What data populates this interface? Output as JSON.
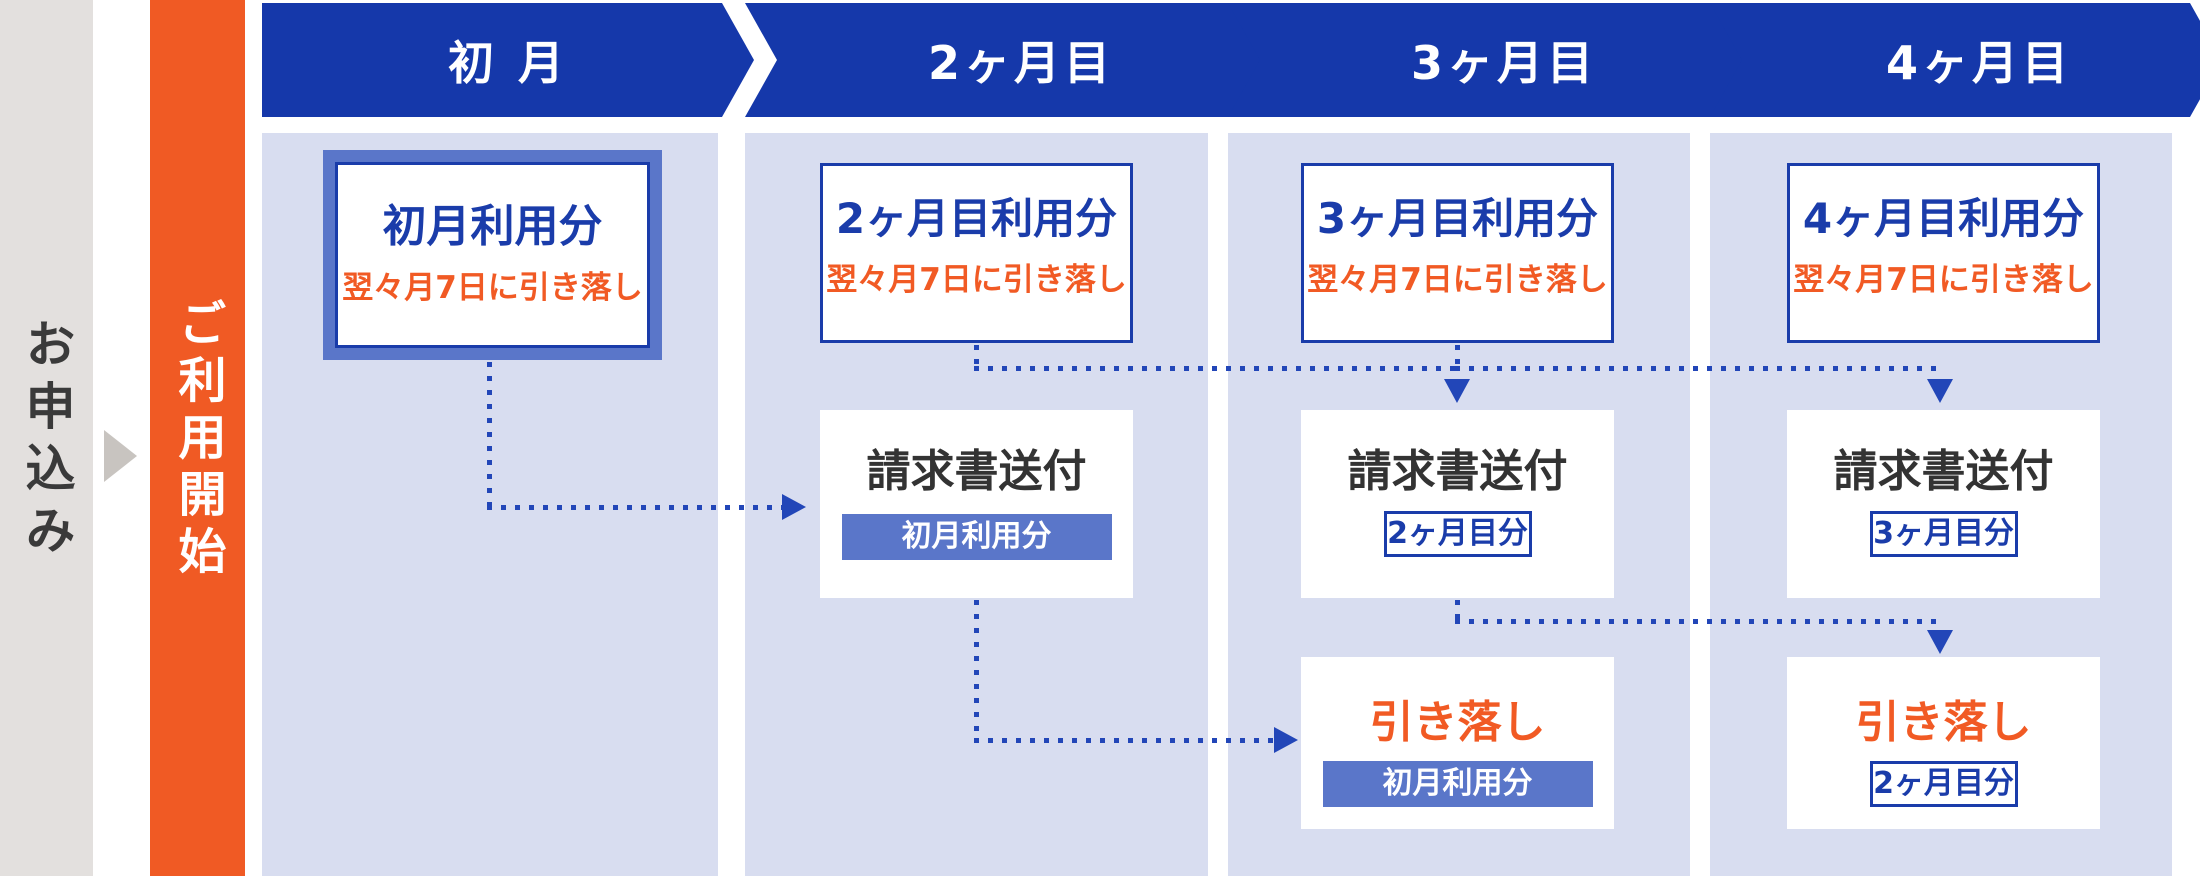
{
  "left_rail": {
    "application_label": "お申込み",
    "start_label": "ご利用開始"
  },
  "columns": [
    {
      "header": "初 月",
      "usage": {
        "title": "初月利用分",
        "subtitle": "翌々月7日に引き落し"
      }
    },
    {
      "header": "2ヶ月目",
      "usage": {
        "title": "2ヶ月目利用分",
        "subtitle": "翌々月7日に引き落し"
      },
      "invoice": {
        "title": "請求書送付",
        "badge": "初月利用分",
        "badge_style": "filled"
      }
    },
    {
      "header": "3ヶ月目",
      "usage": {
        "title": "3ヶ月目利用分",
        "subtitle": "翌々月7日に引き落し"
      },
      "invoice": {
        "title": "請求書送付",
        "badge": "2ヶ月目分",
        "badge_style": "outlined"
      },
      "debit": {
        "title": "引き落し",
        "badge": "初月利用分",
        "badge_style": "filled"
      }
    },
    {
      "header": "4ヶ月目",
      "usage": {
        "title": "4ヶ月目利用分",
        "subtitle": "翌々月7日に引き落し"
      },
      "invoice": {
        "title": "請求書送付",
        "badge": "3ヶ月目分",
        "badge_style": "outlined"
      },
      "debit": {
        "title": "引き落し",
        "badge": "2ヶ月目分",
        "badge_style": "outlined"
      }
    }
  ],
  "colors": {
    "header_blue": "#1538aa",
    "dark_blue": "#1a3caa",
    "medium_blue": "#5a76c9",
    "column_bg": "#d8ddf0",
    "orange": "#f15a24",
    "orange_band": "#f05a24",
    "gray_band": "#e3e0de",
    "flow_arrow_gray": "#c8c4c0",
    "invoice_text": "#333333",
    "connector_blue": "#2246b8"
  }
}
